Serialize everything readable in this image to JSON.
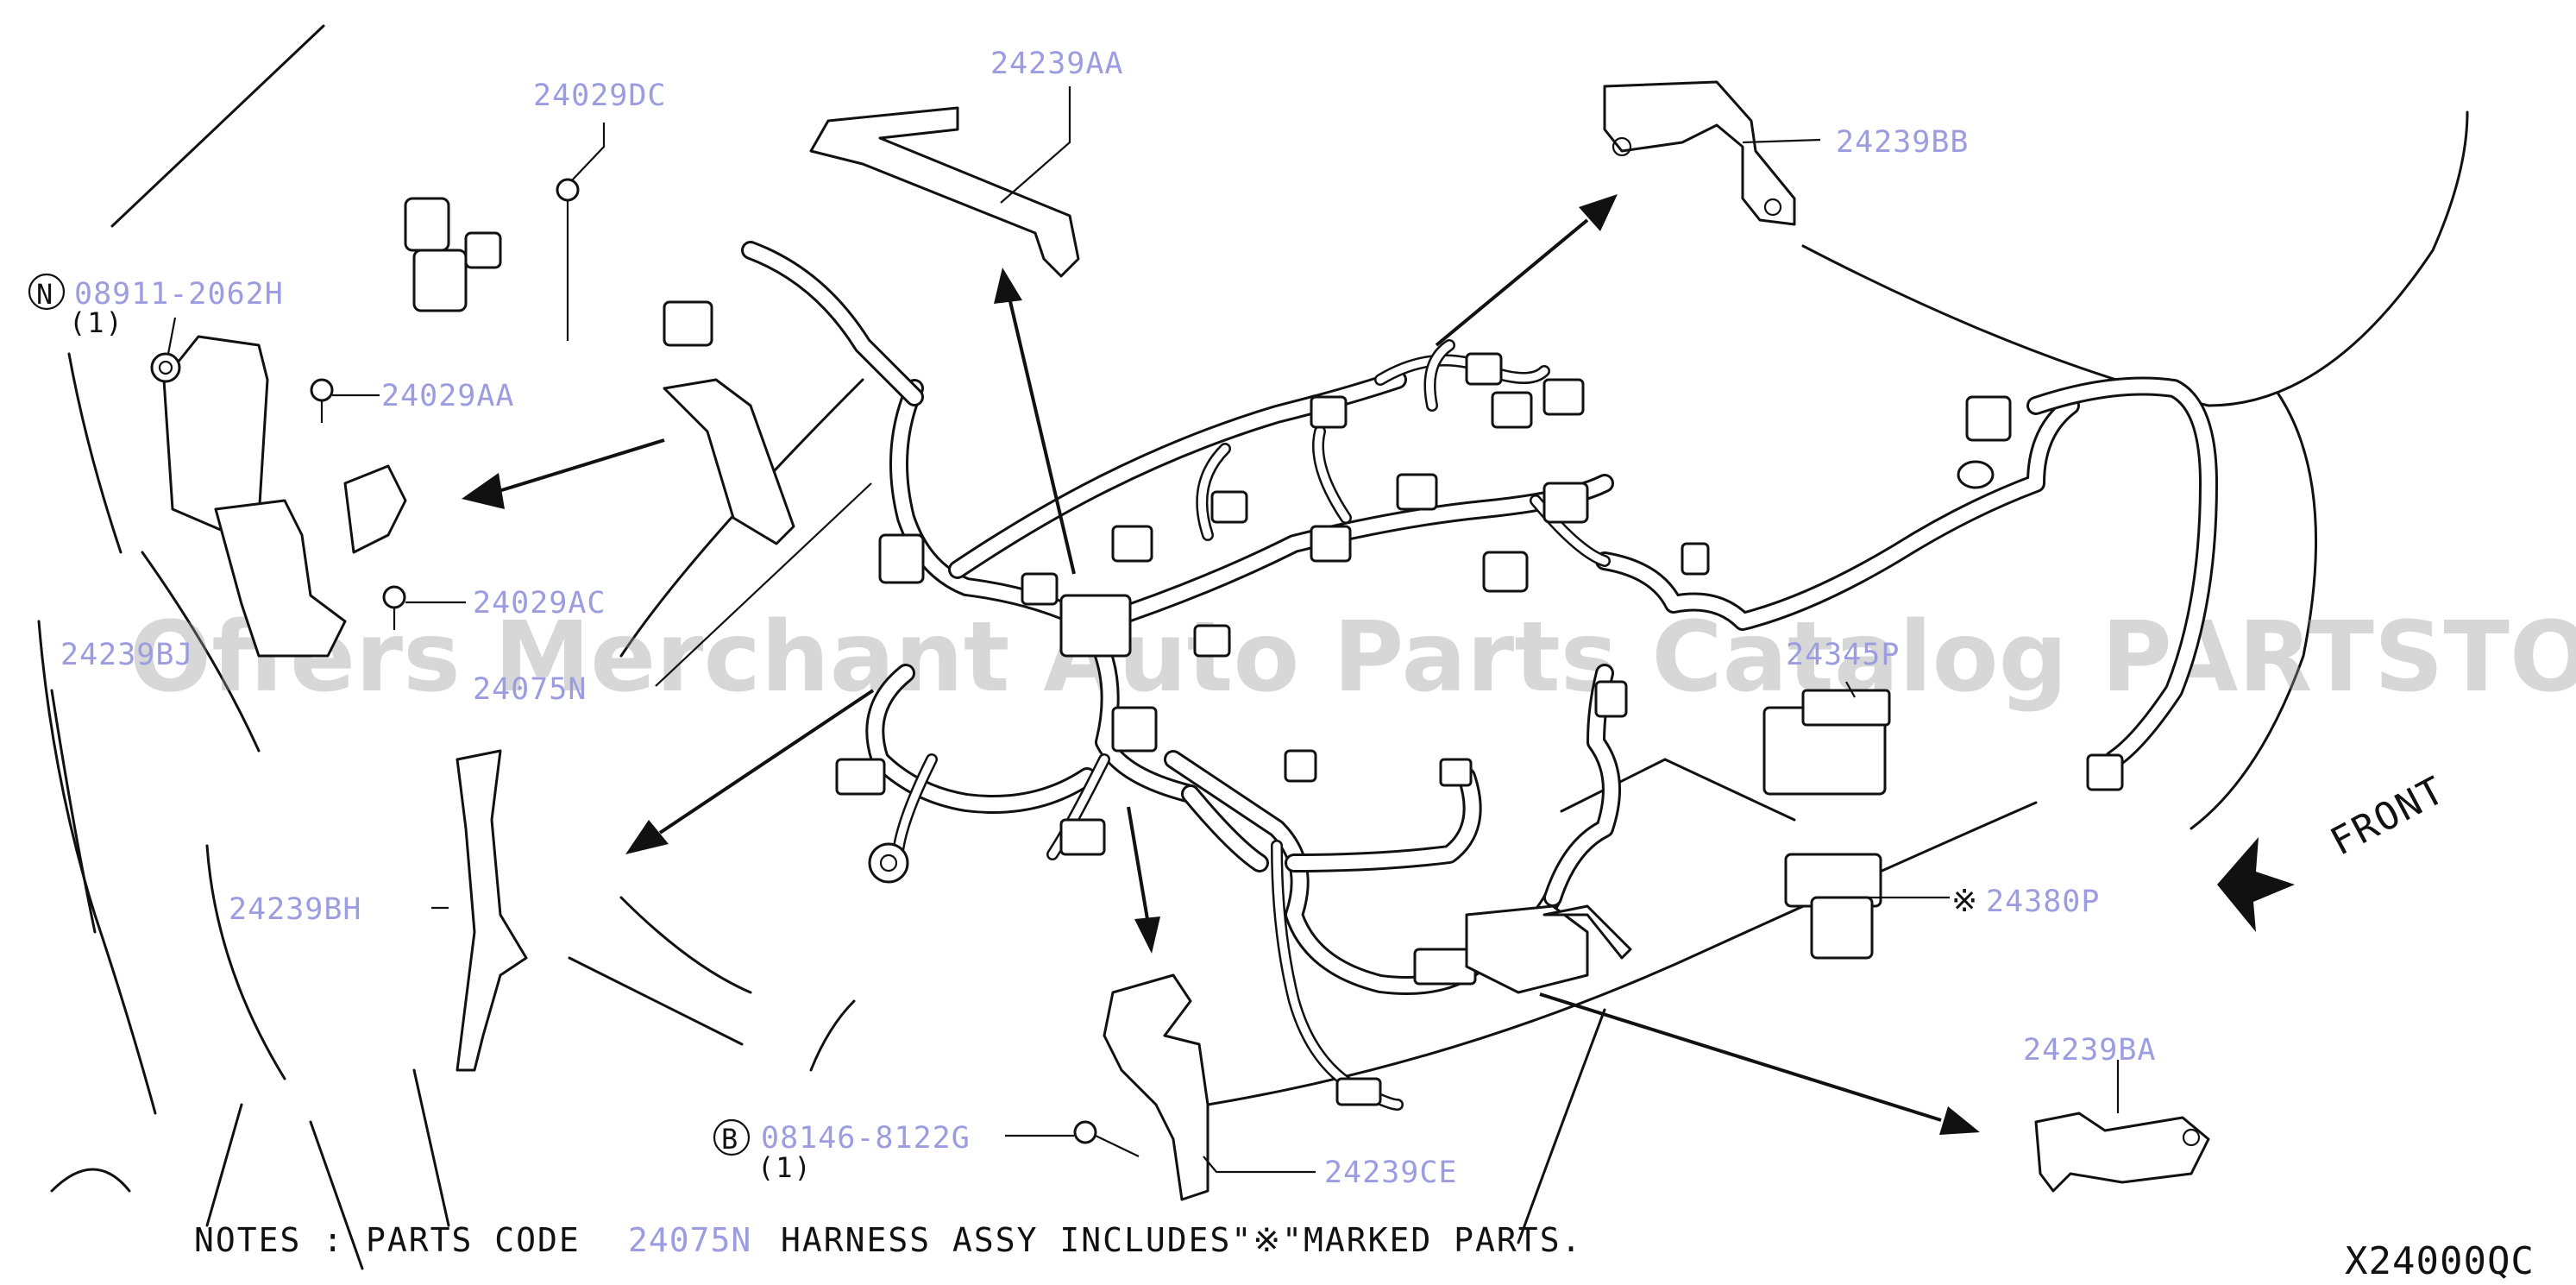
{
  "labels": {
    "p24239AA": "24239AA",
    "p24029DC": "24029DC",
    "p24239BB": "24239BB",
    "p08911": "08911-2062H",
    "p08911_qty": "(1)",
    "p24029AA": "24029AA",
    "p24029AC": "24029AC",
    "p24239B_left": "24239BJ",
    "p24075N": "24075N",
    "p24345P": "24345P",
    "p24380P": "24380P",
    "p24239BH": "24239BH",
    "p24239BA": "24239BA",
    "p08146": "08146-8122G",
    "p08146_qty": "(1)",
    "p24239CE": "24239CE"
  },
  "symbols": {
    "n_mark": "N",
    "b_mark": "B",
    "asterisk_mark": "※"
  },
  "front_label": "FRONT",
  "notes": {
    "prefix": "NOTES : PARTS CODE",
    "code": "24075N",
    "suffix": "HARNESS ASSY INCLUDES\"※\"MARKED PARTS."
  },
  "diagram_code": "X24000QC",
  "watermark": "Offers Merchant Auto Parts Catalog PARTSTORE.SA"
}
